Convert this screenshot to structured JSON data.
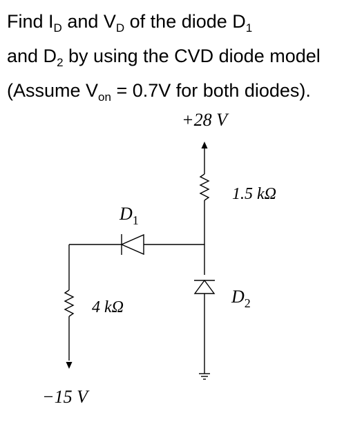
{
  "problem": {
    "line1": {
      "a": "Find I",
      "a_sub": "D",
      "b": " and V",
      "b_sub": "D",
      "c": " of the diode D",
      "c_sub": "1"
    },
    "line2": {
      "a": "and D",
      "a_sub": "2",
      "b": " by using the CVD diode model"
    },
    "line3": {
      "a": "(Assume V",
      "a_sub": "on",
      "b": " = 0.7V for both diodes)."
    }
  },
  "circuit": {
    "supply_pos": "+28 V",
    "supply_neg": "−15 V",
    "r1": "1.5 kΩ",
    "r2": "4 kΩ",
    "d1": {
      "letter": "D",
      "sub": "1"
    },
    "d2": {
      "letter": "D",
      "sub": "2"
    }
  }
}
